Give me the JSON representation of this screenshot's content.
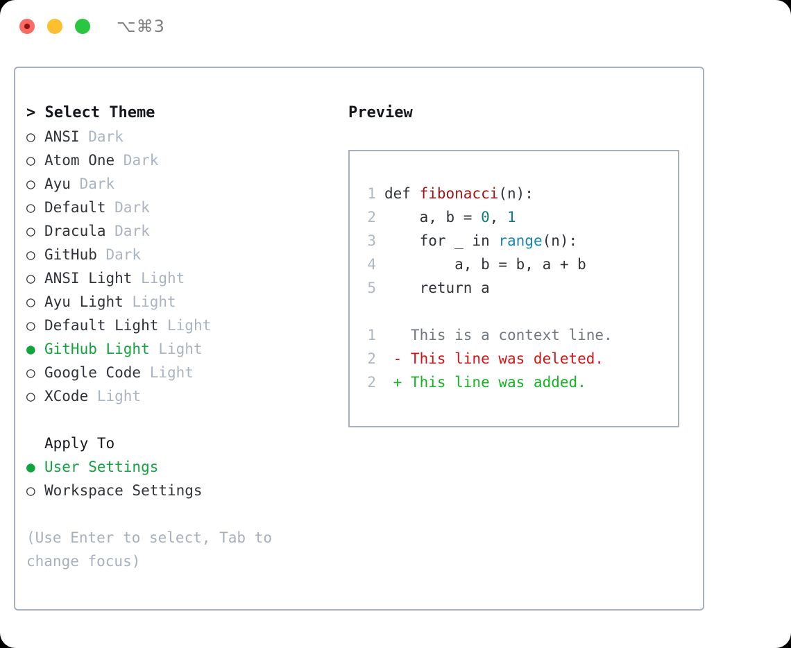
{
  "titlebar": {
    "shortcut": "⌥⌘3",
    "buttons": [
      "close",
      "minimize",
      "zoom"
    ]
  },
  "left_panel": {
    "heading": "> Select Theme",
    "prompt_marker": ">",
    "marker_selected": "●",
    "marker_unselected": "○",
    "themes": [
      {
        "name": "ANSI",
        "variant": "Dark",
        "selected": false
      },
      {
        "name": "Atom One",
        "variant": "Dark",
        "selected": false
      },
      {
        "name": "Ayu",
        "variant": "Dark",
        "selected": false
      },
      {
        "name": "Default",
        "variant": "Dark",
        "selected": false
      },
      {
        "name": "Dracula",
        "variant": "Dark",
        "selected": false
      },
      {
        "name": "GitHub",
        "variant": "Dark",
        "selected": false
      },
      {
        "name": "ANSI Light",
        "variant": "Light",
        "selected": false
      },
      {
        "name": "Ayu Light",
        "variant": "Light",
        "selected": false
      },
      {
        "name": "Default Light",
        "variant": "Light",
        "selected": false
      },
      {
        "name": "GitHub Light",
        "variant": "Light",
        "selected": true
      },
      {
        "name": "Google Code",
        "variant": "Light",
        "selected": false
      },
      {
        "name": "XCode",
        "variant": "Light",
        "selected": false
      }
    ],
    "apply_to_label": "Apply To",
    "apply_to_options": [
      {
        "name": "User Settings",
        "selected": true
      },
      {
        "name": "Workspace Settings",
        "selected": false
      }
    ],
    "hint": "(Use Enter to select, Tab to change focus)"
  },
  "right_panel": {
    "heading": "Preview",
    "code_lines": [
      {
        "no": "1",
        "segments": [
          {
            "text": "def ",
            "type": "plain"
          },
          {
            "text": "fibonacci",
            "type": "func"
          },
          {
            "text": "(n):",
            "type": "plain"
          }
        ]
      },
      {
        "no": "2",
        "segments": [
          {
            "text": "    a, b = ",
            "type": "plain"
          },
          {
            "text": "0",
            "type": "num"
          },
          {
            "text": ", ",
            "type": "plain"
          },
          {
            "text": "1",
            "type": "num"
          }
        ]
      },
      {
        "no": "3",
        "segments": [
          {
            "text": "    for _ in ",
            "type": "plain"
          },
          {
            "text": "range",
            "type": "builtin"
          },
          {
            "text": "(n):",
            "type": "plain"
          }
        ]
      },
      {
        "no": "4",
        "segments": [
          {
            "text": "        a, b = b, a + b",
            "type": "plain"
          }
        ]
      },
      {
        "no": "5",
        "segments": [
          {
            "text": "    return a",
            "type": "plain"
          }
        ]
      }
    ],
    "diff_lines": [
      {
        "no": "1",
        "sign": " ",
        "text": "This is a context line.",
        "kind": "context"
      },
      {
        "no": "2",
        "sign": "-",
        "text": "This line was deleted.",
        "kind": "del"
      },
      {
        "no": "2",
        "sign": "+",
        "text": "This line was added.",
        "kind": "add"
      }
    ]
  },
  "colors": {
    "selected_green": "#11a43d",
    "variant_gray": "#aab4c1",
    "border": "#a6b0bd",
    "lineno": "#afb8c1",
    "func_red": "#9d1212",
    "number_teal": "#0e7c7c",
    "builtin_blue": "#1584b0",
    "diff_delete": "#d31414",
    "diff_add": "#13b524",
    "diff_context": "#6f7781",
    "traffic_red": "#fb6a63",
    "traffic_amber": "#fcc02e",
    "traffic_green": "#29c73f"
  }
}
